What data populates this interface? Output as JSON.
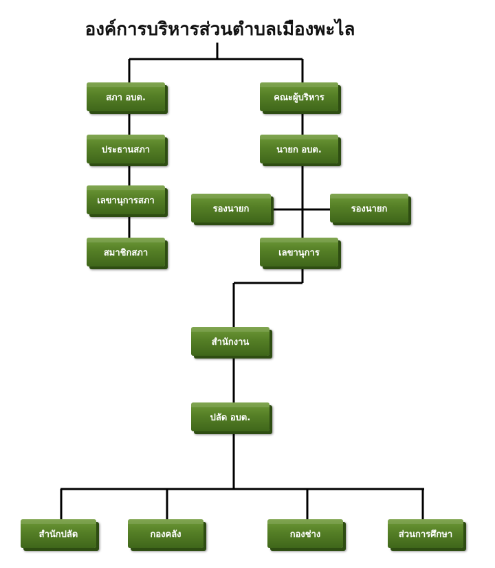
{
  "title": "องค์การบริหารส่วนตำบลเมืองพะไล",
  "nodes": {
    "sapha_obt": "สภา อบต.",
    "prathan_sapha": "ประธานสภา",
    "lekhanukan_sapha": "เลขานุการสภา",
    "samachik_sapha": "สมาชิกสภา",
    "khana_phu_borihan": "คณะผู้บริหาร",
    "nayok_obt": "นายก อบต.",
    "rong_nayok_left": "รองนายก",
    "rong_nayok_right": "รองนายก",
    "lekhanukan": "เลขานุการ",
    "samnakngan": "สำนักงาน",
    "palat_obt": "ปลัด อบต.",
    "samnak_palat": "สำนักปลัด",
    "kong_khlang": "กองคลัง",
    "kong_chang": "กองช่าง",
    "suan_kansueksa": "ส่วนการศึกษา"
  },
  "colors": {
    "box": "#557f26",
    "box_shadow": "#2e4d12",
    "line": "#000000"
  }
}
